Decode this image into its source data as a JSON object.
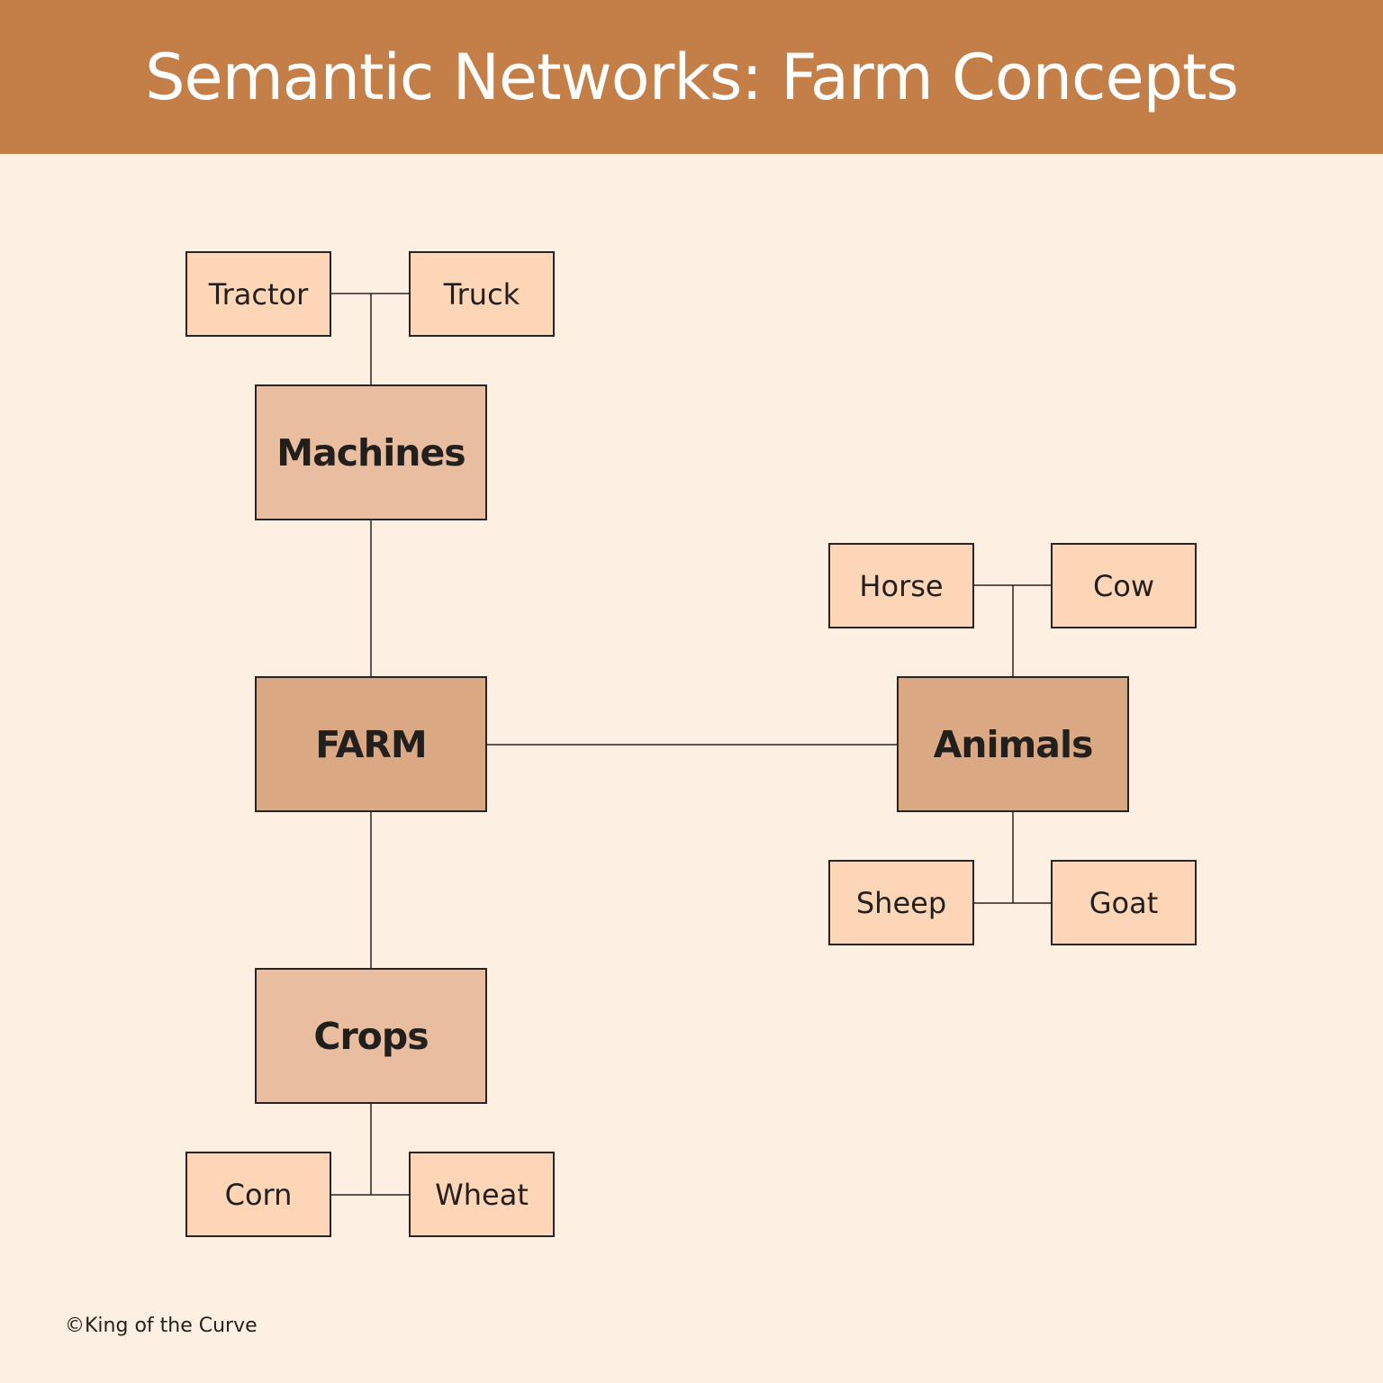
{
  "title": "Semantic Networks: Farm Concepts",
  "colors": {
    "header": "#c47f49",
    "background": "#fdf0e2",
    "core_node": "#dba884",
    "category_node": "#e8bda0",
    "leaf_node": "#fdd5b7",
    "line": "#2a2320"
  },
  "nodes": {
    "farm": "FARM",
    "machines": "Machines",
    "animals": "Animals",
    "crops": "Crops",
    "tractor": "Tractor",
    "truck": "Truck",
    "horse": "Horse",
    "cow": "Cow",
    "sheep": "Sheep",
    "goat": "Goat",
    "corn": "Corn",
    "wheat": "Wheat"
  },
  "links": [
    [
      "farm",
      "machines"
    ],
    [
      "farm",
      "animals"
    ],
    [
      "farm",
      "crops"
    ],
    [
      "machines",
      "tractor"
    ],
    [
      "machines",
      "truck"
    ],
    [
      "animals",
      "horse"
    ],
    [
      "animals",
      "cow"
    ],
    [
      "animals",
      "sheep"
    ],
    [
      "animals",
      "goat"
    ],
    [
      "crops",
      "corn"
    ],
    [
      "crops",
      "wheat"
    ]
  ],
  "credit": "©King of the Curve"
}
